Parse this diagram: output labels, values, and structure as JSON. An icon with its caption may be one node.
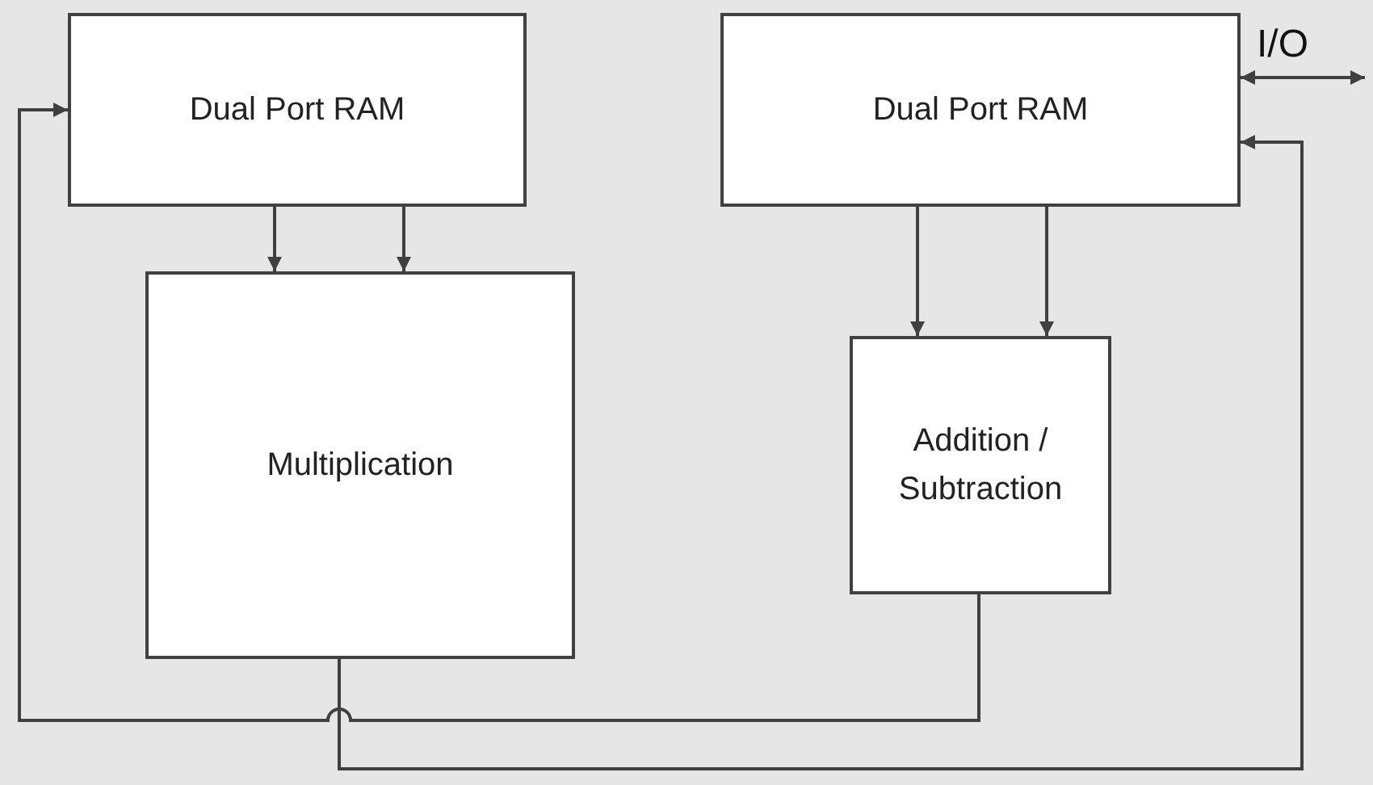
{
  "diagram": {
    "nodes": [
      {
        "text": [
          "Dual Port RAM"
        ]
      },
      {
        "text": [
          "Dual Port RAM"
        ]
      },
      {
        "text": [
          "Multiplication"
        ]
      },
      {
        "text": [
          "Addition / Subtraction"
        ]
      }
    ],
    "edges": [
      {
        "from": 0,
        "to": 2,
        "arrow": "to"
      },
      {
        "from": 0,
        "to": 2,
        "arrow": "to"
      },
      {
        "from": 1,
        "to": 3,
        "arrow": "to"
      },
      {
        "from": 1,
        "to": 3,
        "arrow": "to"
      },
      {
        "from": 3,
        "to": 0,
        "arrow": "to"
      },
      {
        "from": 2,
        "to": 1,
        "arrow": "to"
      },
      {
        "from": null,
        "to": 1,
        "arrow": "both",
        "label": "I/O"
      }
    ]
  }
}
